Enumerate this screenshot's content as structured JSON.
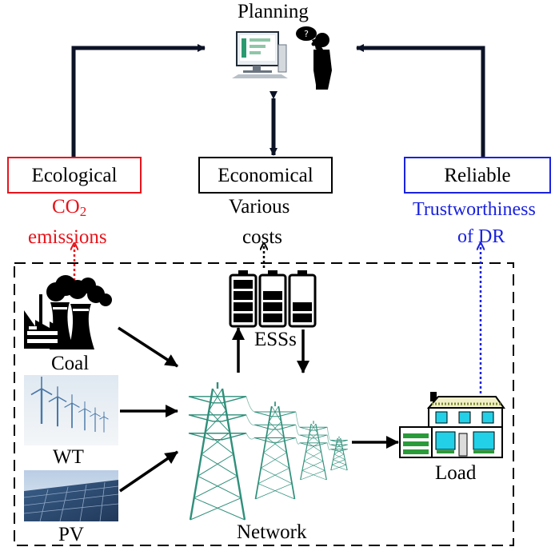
{
  "title": "Planning",
  "boxes": {
    "ecological": "Ecological",
    "economical": "Economical",
    "reliable": "Reliable"
  },
  "notes": {
    "co2_main": "CO",
    "co2_sub": "2",
    "emissions": "emissions",
    "various": "Various",
    "costs": "costs",
    "trust": "Trustworthiness",
    "of_dr": "of DR"
  },
  "components": {
    "coal": "Coal",
    "wt": "WT",
    "pv": "PV",
    "esss": "ESSs",
    "network": "Network",
    "load": "Load"
  },
  "colors": {
    "ecological": "#e8141b",
    "reliable": "#1a22e0",
    "arrow": "#0d1326",
    "turbine_blue": "#4a78a8",
    "pylon_green": "#2f8f7a"
  },
  "icons": [
    "computer-icon",
    "thinking-person-icon",
    "coal-plant-icon",
    "wind-turbine-icon",
    "solar-panel-icon",
    "battery-icon",
    "transmission-tower-icon",
    "house-icon"
  ]
}
